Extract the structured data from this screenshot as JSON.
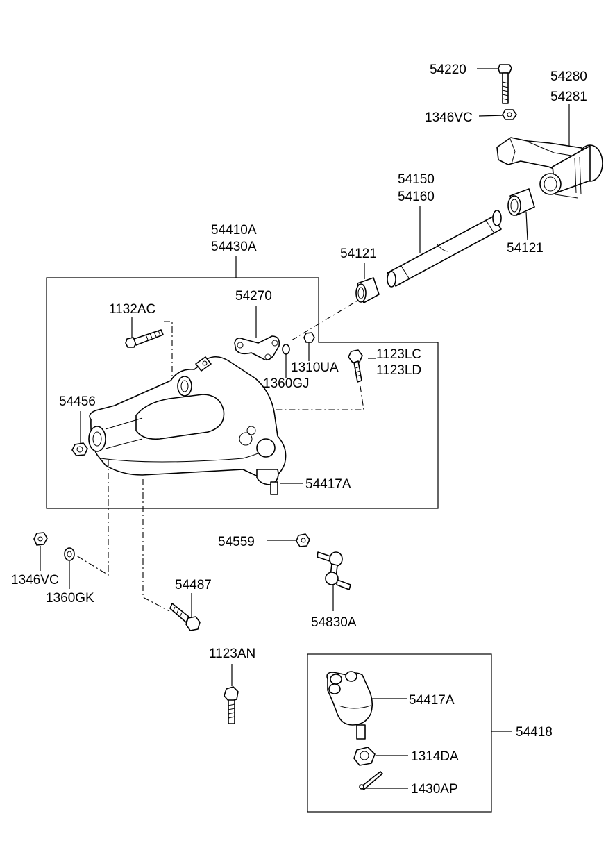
{
  "labels": {
    "p54220": "54220",
    "p54280": "54280",
    "p54281": "54281",
    "p1346VC_top": "1346VC",
    "p54150": "54150",
    "p54160": "54160",
    "p54410A": "54410A",
    "p54430A": "54430A",
    "p54121_left": "54121",
    "p54121_right": "54121",
    "p54270": "54270",
    "p1132AC": "1132AC",
    "p1310UA": "1310UA",
    "p1123LC": "1123LC",
    "p1123LD": "1123LD",
    "p1360GJ": "1360GJ",
    "p54456": "54456",
    "p54417A_top": "54417A",
    "p54559": "54559",
    "p1346VC_bottom": "1346VC",
    "p1360GK": "1360GK",
    "p54487": "54487",
    "p54830A": "54830A",
    "p1123AN": "1123AN",
    "p54417A_bottom": "54417A",
    "p54418": "54418",
    "p1314DA": "1314DA",
    "p1430AP": "1430AP"
  }
}
